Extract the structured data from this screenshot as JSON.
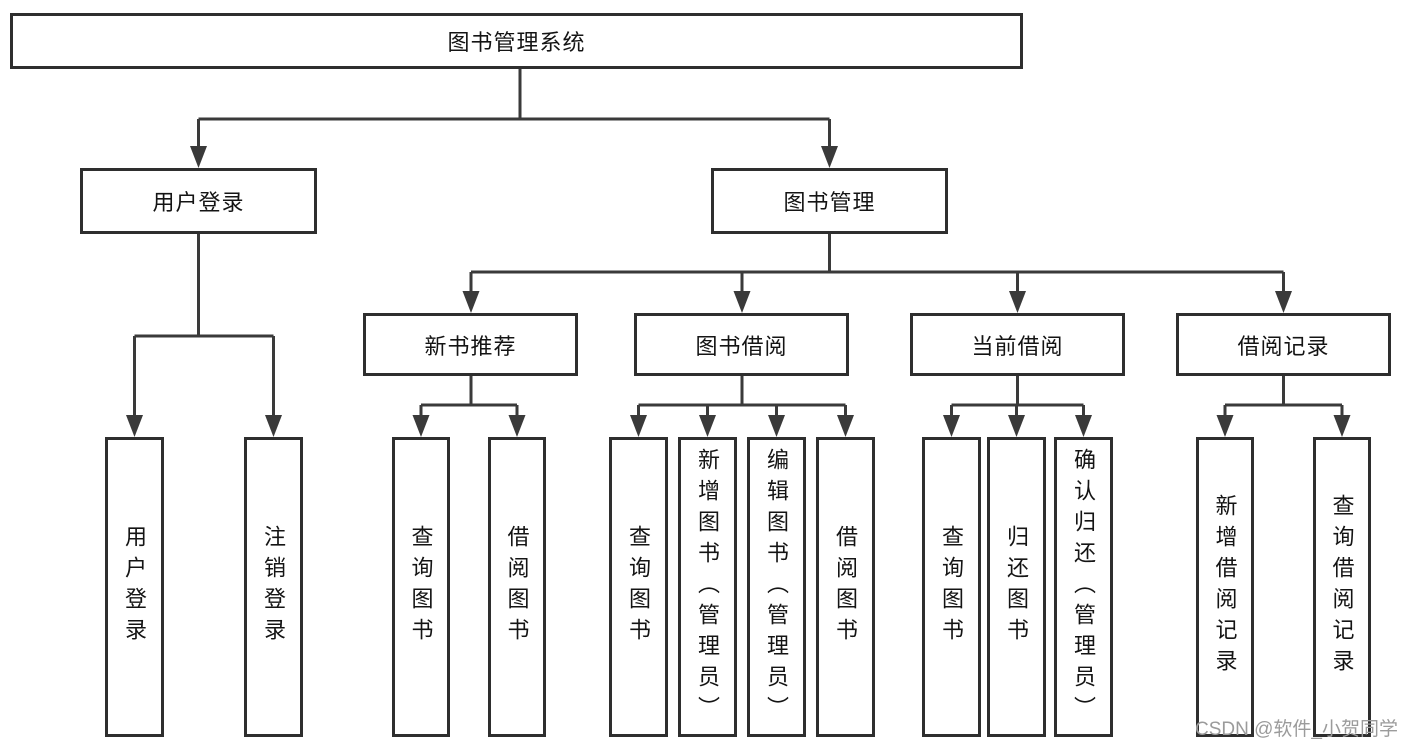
{
  "diagram": {
    "title": "图书管理系统",
    "nodes": {
      "root": "图书管理系统",
      "user_login": "用户登录",
      "book_mgmt": "图书管理",
      "new_book_rec": "新书推荐",
      "book_borrow": "图书借阅",
      "current_borrow": "当前借阅",
      "borrow_records": "借阅记录",
      "leaf_user_login": "用户登录",
      "leaf_logout": "注销登录",
      "leaf_nb_query": "查询图书",
      "leaf_nb_borrow": "借阅图书",
      "leaf_bb_query": "查询图书",
      "leaf_bb_add": "新增图书（管理员）",
      "leaf_bb_edit": "编辑图书（管理员）",
      "leaf_bb_borrow": "借阅图书",
      "leaf_cb_query": "查询图书",
      "leaf_cb_return": "归还图书",
      "leaf_cb_confirm": "确认归还（管理员）",
      "leaf_br_add": "新增借阅记录",
      "leaf_br_query": "查询借阅记录"
    },
    "hierarchy": {
      "图书管理系统": {
        "用户登录": [
          "用户登录",
          "注销登录"
        ],
        "图书管理": {
          "新书推荐": [
            "查询图书",
            "借阅图书"
          ],
          "图书借阅": [
            "查询图书",
            "新增图书（管理员）",
            "编辑图书（管理员）",
            "借阅图书"
          ],
          "当前借阅": [
            "查询图书",
            "归还图书",
            "确认归还（管理员）"
          ],
          "借阅记录": [
            "新增借阅记录",
            "查询借阅记录"
          ]
        }
      }
    }
  },
  "watermark": {
    "text": "CSDN @软件_小贺同学"
  },
  "colors": {
    "line": "#3a3a3a",
    "box_border": "#2e2e2e",
    "text": "#141414",
    "watermark": "#9b9b9b",
    "background": "#ffffff"
  }
}
